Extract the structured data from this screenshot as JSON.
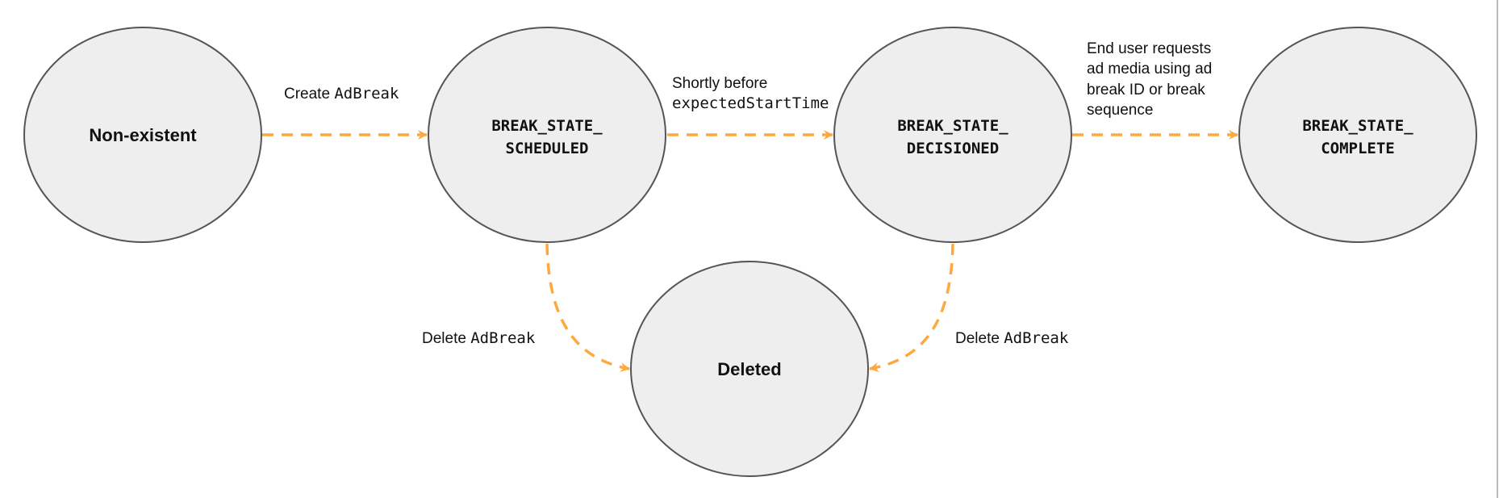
{
  "colors": {
    "node_fill": "#EEEEEE",
    "node_stroke": "#555555",
    "edge": "#FFA83E",
    "text": "#111111"
  },
  "nodes": {
    "nonexistent": {
      "lines": [
        "Non-existent"
      ]
    },
    "scheduled": {
      "lines": [
        "BREAK_STATE_",
        "SCHEDULED"
      ]
    },
    "decisioned": {
      "lines": [
        "BREAK_STATE_",
        "DECISIONED"
      ]
    },
    "complete": {
      "lines": [
        "BREAK_STATE_",
        "COMPLETE"
      ]
    },
    "deleted": {
      "lines": [
        "Deleted"
      ]
    }
  },
  "edges": {
    "create": {
      "text": "Create ",
      "code": "AdBreak"
    },
    "shortly": {
      "line1": "Shortly before",
      "code": "expectedStartTime"
    },
    "end_user": {
      "lines": [
        "End user requests",
        "ad media using ad",
        "break ID or break",
        "sequence"
      ]
    },
    "delete_left": {
      "text": "Delete ",
      "code": "AdBreak"
    },
    "delete_right": {
      "text": "Delete ",
      "code": "AdBreak"
    }
  }
}
